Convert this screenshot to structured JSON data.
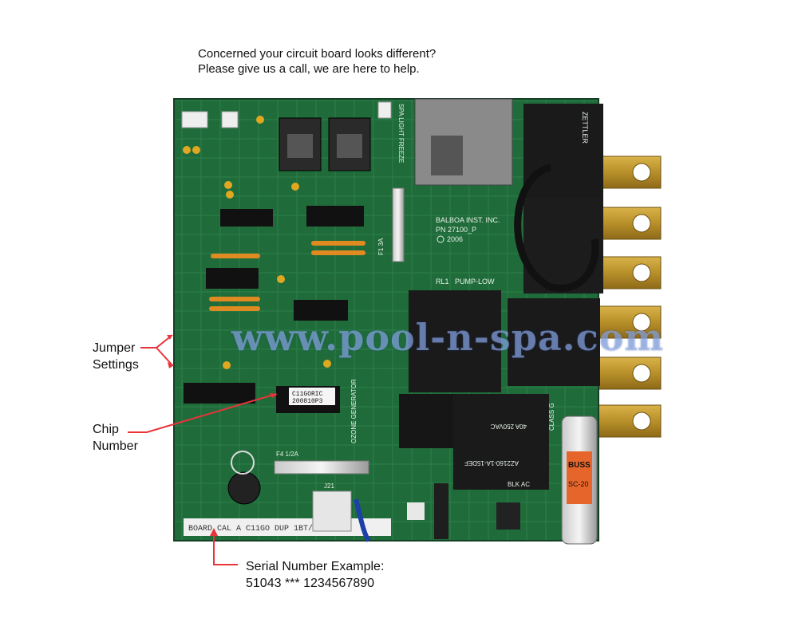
{
  "top_note": {
    "line1": "Concerned your circuit board looks different?",
    "line2": "Please give us a call, we are here to help."
  },
  "callouts": {
    "jumper": {
      "line1": "Jumper",
      "line2": "Settings"
    },
    "chip": {
      "line1": "Chip",
      "line2": "Number"
    },
    "serial": {
      "line1": "Serial Number Example:",
      "line2": "51043 *** 1234567890"
    }
  },
  "board_markings": {
    "maker": "BALBOA INST. INC.",
    "pn": "PN 27100_P",
    "year": "2006",
    "chip_label_1": "C11GORIC",
    "chip_label_2": "200810P3",
    "pump_low": "PUMP-LOW",
    "rl1": "RL1",
    "fuse_f1": "F1 3A",
    "fuse_f4": "F4 1/2A",
    "spa_light_freeze": "SPA LIGHT FREEZE",
    "relay_brand": "ZETTLER",
    "relay_part_1": "AZ2160-1A-15DEF",
    "relay_spec": "40A 250VAC",
    "ozone": "OZONE GENERATOR",
    "j21": "J21",
    "serial_strip": "BOARD CAL A C11GO DUP 1BT/KNB",
    "buss_label": "BUSS",
    "buss_part": "SC-20",
    "class_g": "CLASS G",
    "blk_ac": "BLK AC"
  },
  "watermark": "www.pool-n-spa.com",
  "colors": {
    "pcb_green": "#1f6b3a",
    "arrow_red": "#e8343a",
    "terminal_brass": "#b8902a",
    "relay_black": "#1a1a1a"
  }
}
